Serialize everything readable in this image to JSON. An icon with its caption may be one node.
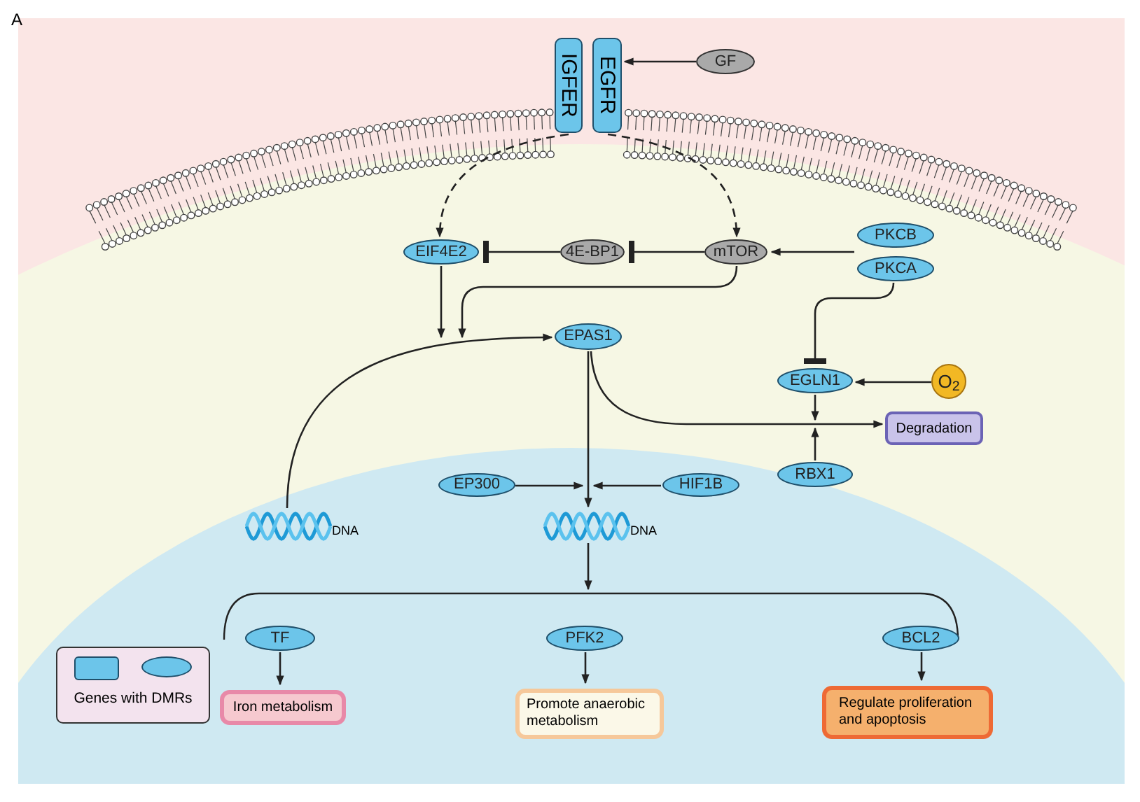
{
  "diagram": {
    "nodes": [
      {
        "text": [
          "IGFER"
        ]
      },
      {
        "text": [
          "EGFR"
        ]
      },
      {
        "text": [
          "GF"
        ]
      },
      {
        "text": [
          "EIF4E2"
        ]
      },
      {
        "text": [
          "4E-BP1"
        ]
      },
      {
        "text": [
          "mTOR"
        ]
      },
      {
        "text": [
          "PKCB"
        ]
      },
      {
        "text": [
          "PKCA"
        ]
      },
      {
        "text": [
          "EPAS1"
        ]
      },
      {
        "text": [
          "EGLN1"
        ]
      },
      {
        "text": [
          "O$_{2}$"
        ]
      },
      {
        "text": [
          "Degradation"
        ]
      },
      {
        "text": [
          "RBX1"
        ]
      },
      {
        "text": [
          "EP300"
        ]
      },
      {
        "text": [
          "HIF1B"
        ]
      },
      {
        "text": [
          "DNA"
        ]
      },
      {
        "text": [
          "DNA"
        ]
      },
      {
        "text": [
          "TF"
        ]
      },
      {
        "text": [
          "PFK2"
        ]
      },
      {
        "text": [
          "BCL2"
        ]
      },
      {
        "text": [
          "Iron metabolism"
        ]
      },
      {
        "text": [
          "Promote anaerobic metabolism"
        ]
      },
      {
        "text": [
          "Regulate proliferation and apoptosis"
        ]
      },
      {
        "text": [],
        "shape": "bracket"
      }
    ],
    "edges": [
      {
        "from": 2,
        "to": 1,
        "arrow": "to"
      },
      {
        "from": 0,
        "to": 3,
        "arrow": "to",
        "style": "dashed"
      },
      {
        "from": 1,
        "to": 5,
        "arrow": "to",
        "style": "dashed"
      },
      {
        "from": 5,
        "to": 4,
        "arrow": "other"
      },
      {
        "from": 4,
        "to": 3,
        "arrow": "other"
      },
      {
        "from": 6,
        "to": 5,
        "arrow": "to"
      },
      {
        "from": 7,
        "to": 5,
        "arrow": "to"
      },
      {
        "from": 7,
        "to": 9,
        "arrow": "other"
      },
      {
        "from": 10,
        "to": 9,
        "arrow": "to"
      },
      {
        "from": 3,
        "to": null,
        "arrow": "to"
      },
      {
        "from": 5,
        "to": null,
        "arrow": "to"
      },
      {
        "from": 15,
        "to": 8,
        "arrow": "to"
      },
      {
        "from": 8,
        "to": 11,
        "arrow": "to"
      },
      {
        "from": 9,
        "to": 11,
        "arrow": "to"
      },
      {
        "from": 12,
        "to": 11,
        "arrow": "to"
      },
      {
        "from": 8,
        "to": 16,
        "arrow": "to"
      },
      {
        "from": 13,
        "to": 16,
        "arrow": "to"
      },
      {
        "from": 14,
        "to": 16,
        "arrow": "to"
      },
      {
        "from": 16,
        "to": 23,
        "arrow": "to"
      },
      {
        "from": 17,
        "to": 20,
        "arrow": "to"
      },
      {
        "from": 18,
        "to": 21,
        "arrow": "to"
      },
      {
        "from": 19,
        "to": 22,
        "arrow": "to"
      }
    ],
    "labels": [
      "A"
    ],
    "legend": [
      {
        "text": "Genes with DMRs"
      }
    ]
  }
}
